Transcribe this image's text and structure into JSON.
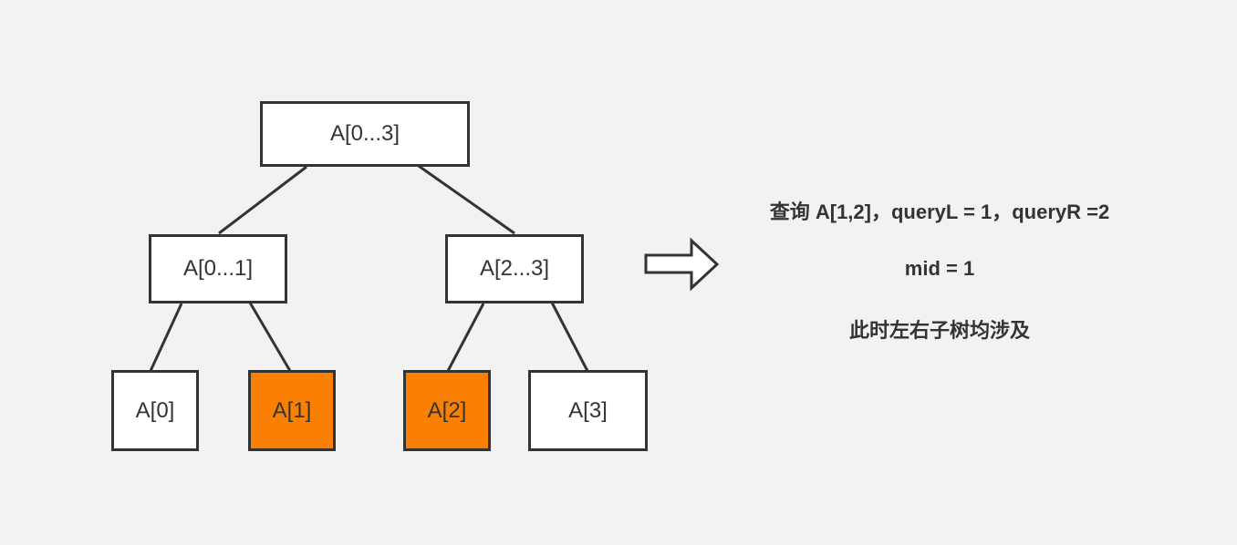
{
  "tree": {
    "nodes": [
      {
        "id": "root",
        "label": "A[0...3]",
        "highlighted": false
      },
      {
        "id": "left",
        "label": "A[0...1]",
        "highlighted": false
      },
      {
        "id": "right",
        "label": "A[2...3]",
        "highlighted": false
      },
      {
        "id": "leaf0",
        "label": "A[0]",
        "highlighted": false
      },
      {
        "id": "leaf1",
        "label": "A[1]",
        "highlighted": true
      },
      {
        "id": "leaf2",
        "label": "A[2]",
        "highlighted": true
      },
      {
        "id": "leaf3",
        "label": "A[3]",
        "highlighted": false
      }
    ],
    "edges": [
      [
        "root",
        "left"
      ],
      [
        "root",
        "right"
      ],
      [
        "left",
        "leaf0"
      ],
      [
        "left",
        "leaf1"
      ],
      [
        "right",
        "leaf2"
      ],
      [
        "right",
        "leaf3"
      ]
    ]
  },
  "notes": {
    "line1": "查询 A[1,2]，queryL = 1，queryR =2",
    "line2": "mid = 1",
    "line3": "此时左右子树均涉及"
  },
  "colors": {
    "highlight": "#f98003",
    "border": "#333333",
    "background": "#f2f2f2"
  }
}
